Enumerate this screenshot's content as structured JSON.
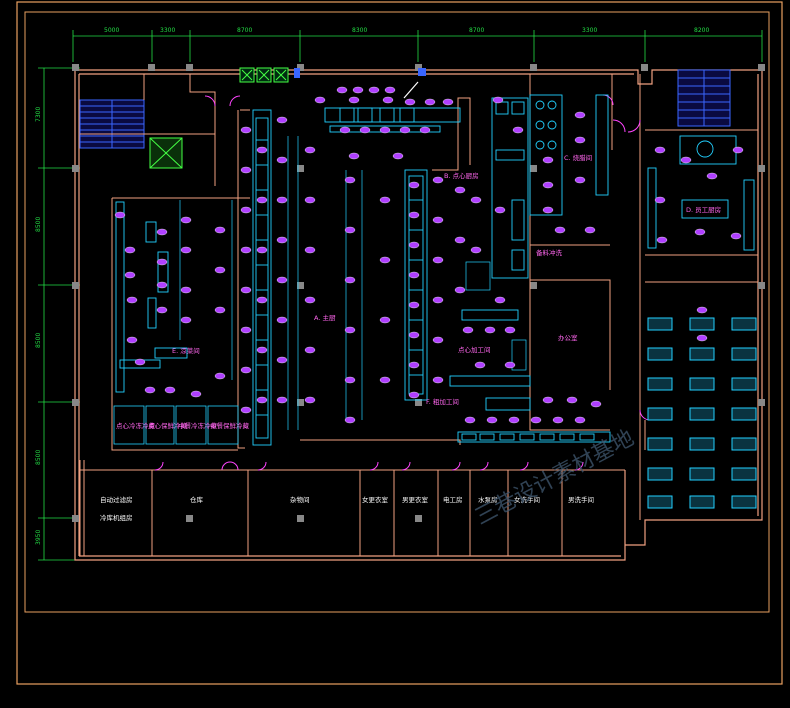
{
  "colors": {
    "background": "#000000",
    "frame": "#e8a060",
    "wall": "#f0a080",
    "dimension": "#22dd44",
    "fixture": "#22d0ff",
    "equipment": "#c060ff",
    "room_label": "#ff66ee",
    "white_label": "#ffffff",
    "watermark": "#405870"
  },
  "dimensions": {
    "top": [
      "5000",
      "3300",
      "8700",
      "8300",
      "8700",
      "3300",
      "8200"
    ],
    "left": [
      "7300",
      "8500",
      "8500",
      "8500",
      "3950"
    ]
  },
  "rooms": {
    "main_kitchen": "A. 主厨",
    "b_room": "B. 点心厨房",
    "c_room": "C. 烧腊间",
    "d_room": "D. 员工厨房",
    "f_room": "F. 粗加工间",
    "cold_dish": "E. 凉菜间",
    "dim_sum_process": "点心加工间",
    "office": "办公室",
    "washing": "备料冲洗",
    "cold1": "点心冷冻冷藏",
    "cold2": "点心保鲜冷藏",
    "cold3": "中餐冷冻冷藏",
    "cold4": "中餐保鲜冷藏",
    "bottom1_a": "自动过滤房",
    "bottom1_b": "冷库机组房",
    "warehouse": "仓库",
    "storage": "杂物间",
    "female_locker": "女更衣室",
    "male_locker": "男更衣室",
    "electric": "电工房",
    "plumber": "水泵房",
    "female_wc": "女洗手间",
    "male_wc": "男洗手间"
  },
  "watermark": "三巷设计素材基地"
}
